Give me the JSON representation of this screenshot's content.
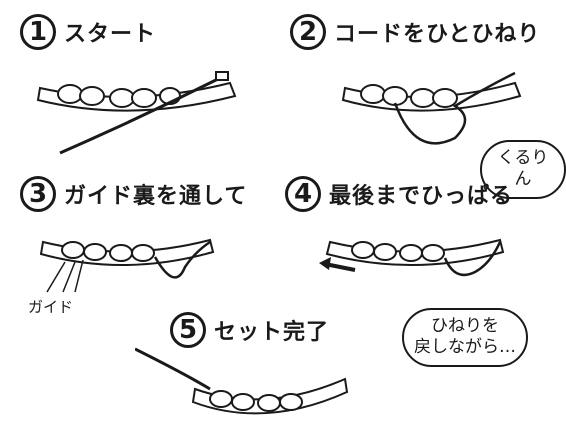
{
  "steps": [
    {
      "num": "1",
      "title": "スタート"
    },
    {
      "num": "2",
      "title": "コードをひとひねり"
    },
    {
      "num": "3",
      "title": "ガイド裏を通して"
    },
    {
      "num": "4",
      "title": "最後までひっぱる"
    },
    {
      "num": "5",
      "title": "セット完了"
    }
  ],
  "bubbles": {
    "twist": "くるりん",
    "untwist_line1": "ひねりを",
    "untwist_line2": "戻しながら…"
  },
  "labels": {
    "guide": "ガイド"
  }
}
